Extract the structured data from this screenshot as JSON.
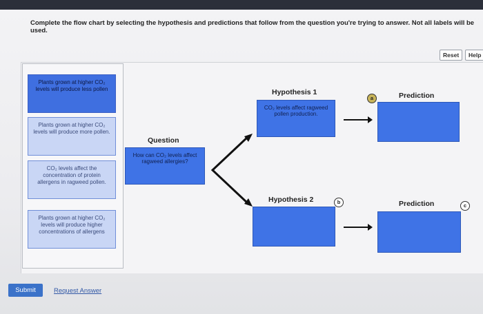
{
  "instruction": "Complete the flow chart by selecting the hypothesis and predictions that follow from the question you're trying to answer. Not all labels will be used.",
  "toolbar": {
    "reset_label": "Reset",
    "help_label": "Help"
  },
  "label_bank": [
    "Plants grown at higher CO₂ levels will produce less pollen",
    "Plants grown at higher CO₂ levels will produce more pollen.",
    "CO₂ levels affect the concentration of protein allergens in ragweed pollen.",
    "Plants grown at higher CO₂ levels will produce higher concentrations of allergens"
  ],
  "question": {
    "title": "Question",
    "text": "How can CO₂ levels affect ragweed allergies?"
  },
  "hypothesis1": {
    "title": "Hypothesis 1",
    "text": "CO₂ levels affect ragweed pollen production."
  },
  "hypothesis2": {
    "title": "Hypothesis 2",
    "badge": "b"
  },
  "prediction1": {
    "title": "Prediction",
    "badge": "a"
  },
  "prediction2": {
    "title": "Prediction",
    "badge": "c"
  },
  "footer": {
    "submit_label": "Submit",
    "request_label": "Request Answer"
  },
  "colors": {
    "dropzone": "#3f73e6",
    "card": "#3f6fe0",
    "submit": "#3b72c9",
    "badge": "#c8b45a"
  }
}
